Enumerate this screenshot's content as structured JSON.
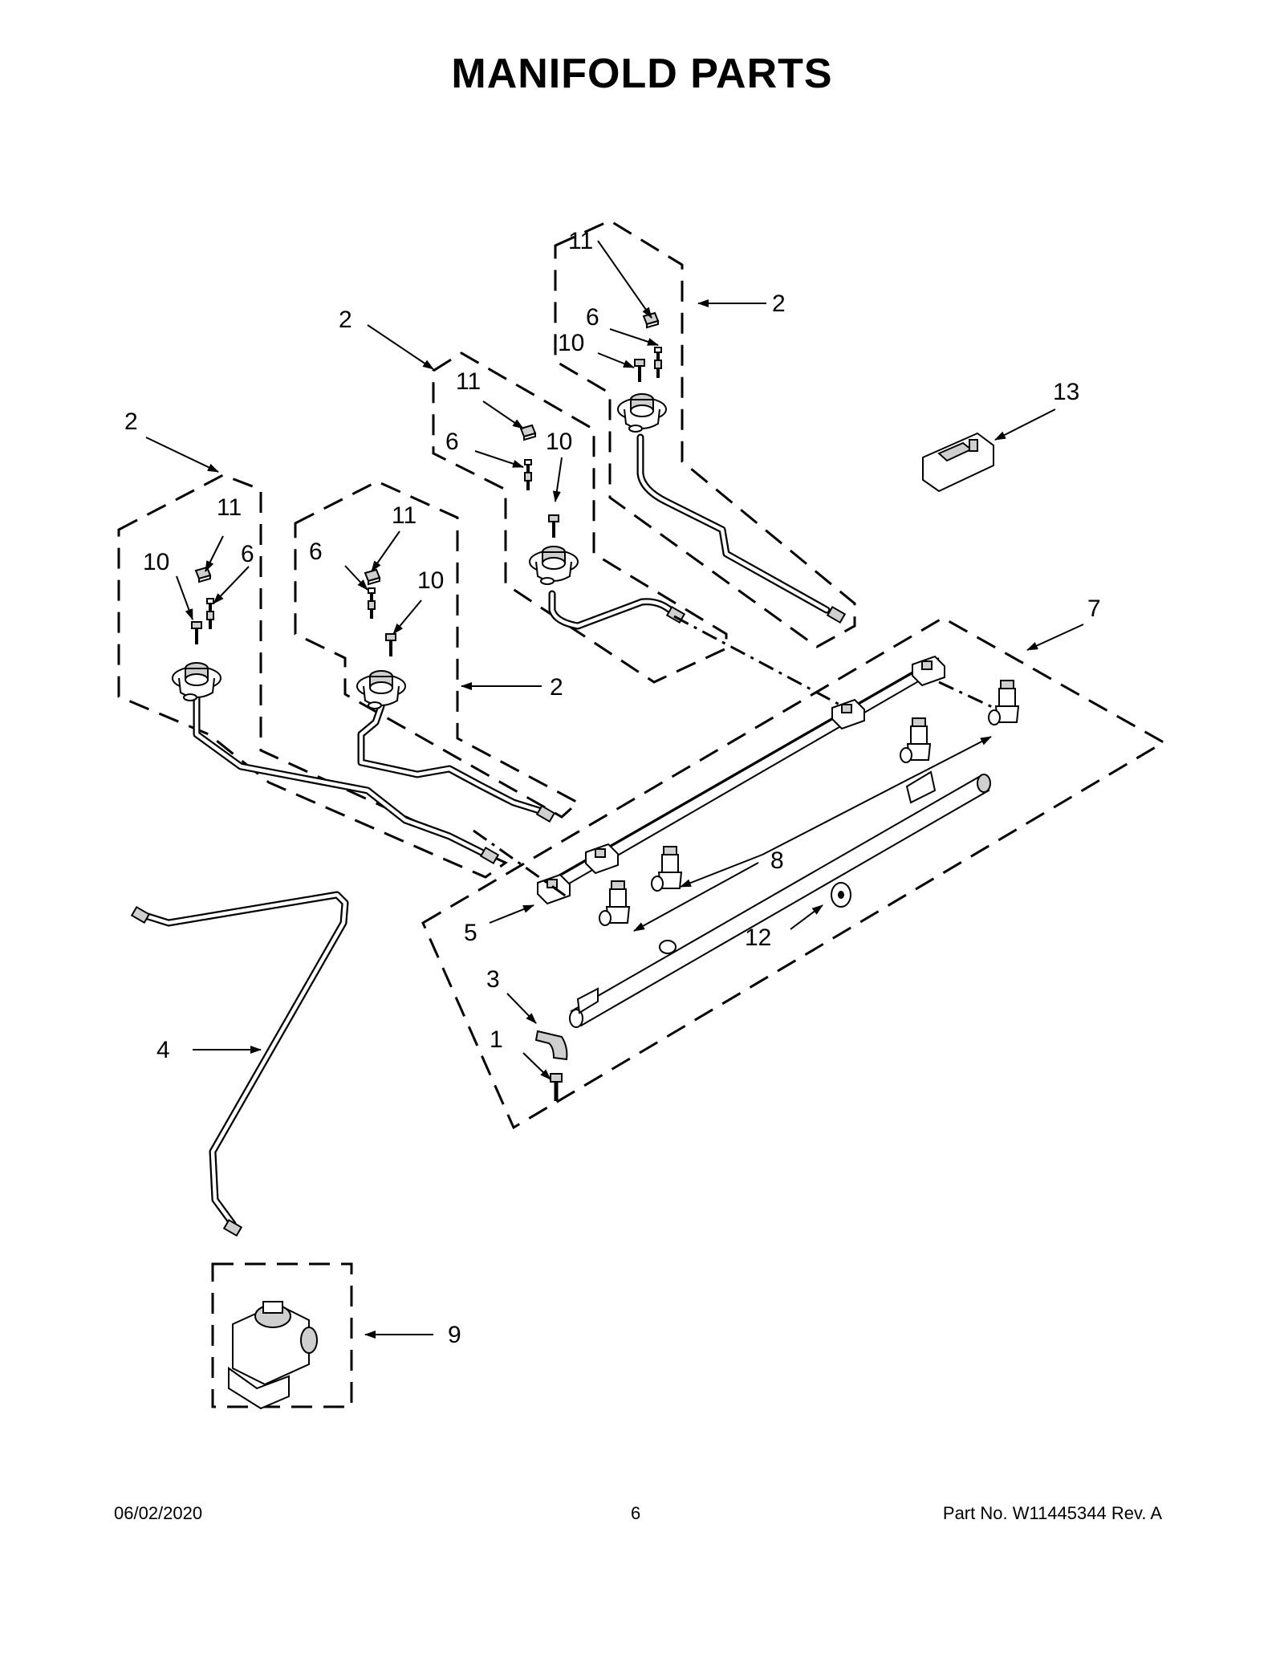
{
  "title": "MANIFOLD PARTS",
  "footer": {
    "date": "06/02/2020",
    "page": "6",
    "part_no": "Part No.  W11445344  Rev.  A"
  },
  "callouts": {
    "c1": "1",
    "c2a": "2",
    "c2b": "2",
    "c2c": "2",
    "c2d": "2",
    "c3": "3",
    "c4": "4",
    "c5": "5",
    "c6a": "6",
    "c6b": "6",
    "c6c": "6",
    "c6d": "6",
    "c7": "7",
    "c8": "8",
    "c9": "9",
    "c10a": "10",
    "c10b": "10",
    "c10c": "10",
    "c10d": "10",
    "c11a": "11",
    "c11b": "11",
    "c11c": "11",
    "c11d": "11",
    "c12": "12",
    "c13": "13"
  },
  "icons": [
    "burner-valve-icon",
    "gas-tube-icon",
    "manifold-pipe-icon",
    "orifice-icon",
    "pressure-regulator-icon",
    "spark-module-icon",
    "screw-icon",
    "clamp-icon",
    "washer-icon"
  ]
}
